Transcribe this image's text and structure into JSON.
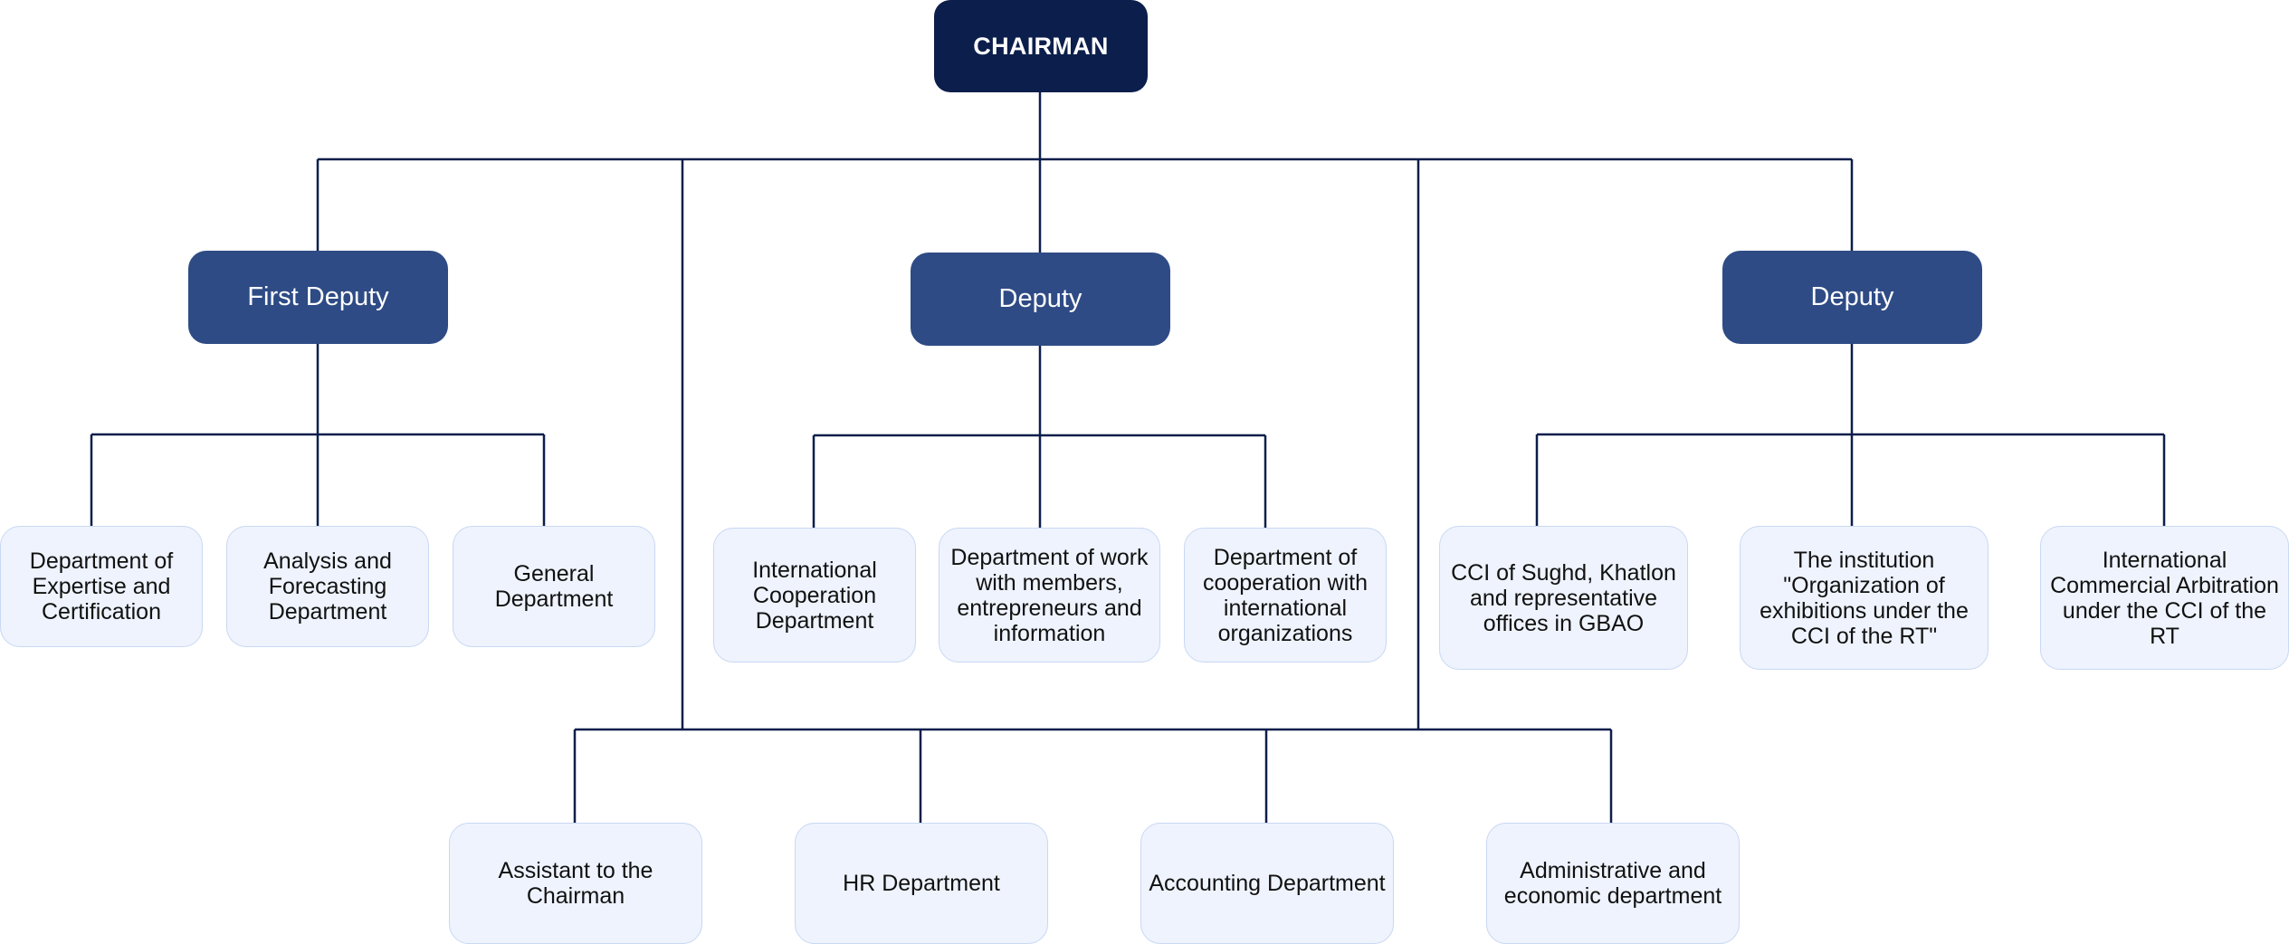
{
  "chairman": "CHAIRMAN",
  "deputies": [
    "First Deputy",
    "Deputy",
    "Deputy"
  ],
  "first_deputy_departments": [
    "Department of Expertise and Certification",
    "Analysis and Forecasting Department",
    "General Department"
  ],
  "deputy_departments": [
    "International Cooperation Department",
    "Department of work with members, entrepreneurs and information",
    "Department of cooperation with international organizations"
  ],
  "deputy2_departments": [
    "CCI of Sughd, Khatlon and representative offices in GBAO",
    "The institution \"Organization of exhibitions under the CCI of the RT\"",
    "International Commercial Arbitration under the CCI of the RT"
  ],
  "chairman_departments": [
    "Assistant to the Chairman",
    "HR Department",
    "Accounting Department",
    "Administrative and economic department"
  ],
  "colors": {
    "chairman_box": "#0c1e4b",
    "deputy_box": "#2e4b85",
    "department_box": "#eef3fd",
    "department_border": "#c9d8f3",
    "connector": "#0c1e4b"
  }
}
